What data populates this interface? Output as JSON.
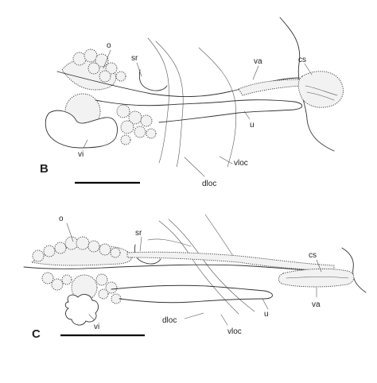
{
  "panels": {
    "b": {
      "letter": "B",
      "labels": {
        "o": "o",
        "sr": "sr",
        "va": "va",
        "cs": "cs",
        "u": "u",
        "vi": "vi",
        "dloc": "dloc",
        "vloc": "vloc"
      }
    },
    "c": {
      "letter": "C",
      "labels": {
        "o": "o",
        "sr": "sr",
        "cs": "cs",
        "va": "va",
        "u": "u",
        "vi": "vi",
        "dloc": "dloc",
        "vloc": "vloc"
      }
    }
  }
}
